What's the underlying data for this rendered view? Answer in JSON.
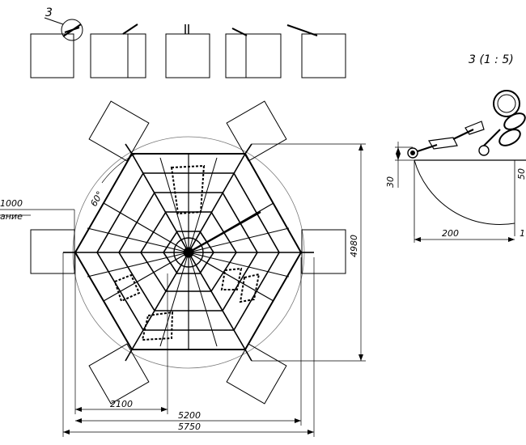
{
  "callout": {
    "label": "3"
  },
  "detail": {
    "title": "3 (1 : 5)"
  },
  "dimensions": {
    "width_2100": "2100",
    "width_5200": "5200",
    "width_5750": "5750",
    "height_4980": "4980",
    "side_1000": "1000",
    "side_note": "ание",
    "angle": "60°",
    "detail_30": "30",
    "detail_50": "50",
    "detail_200": "200",
    "detail_cut": "1"
  }
}
